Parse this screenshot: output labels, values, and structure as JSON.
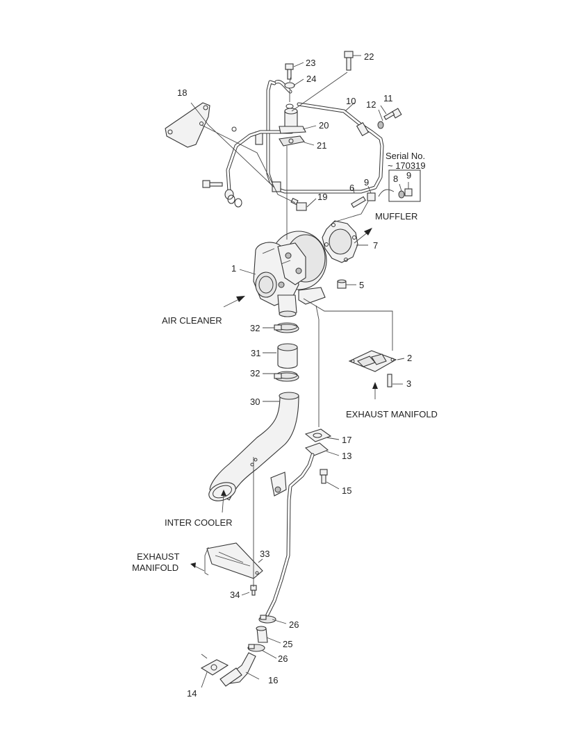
{
  "callouts": {
    "c1": "1",
    "c2": "2",
    "c3": "3",
    "c5": "5",
    "c6": "6",
    "c7": "7",
    "c8": "8",
    "c9a": "9",
    "c9b": "9",
    "c10": "10",
    "c11": "11",
    "c12": "12",
    "c13": "13",
    "c14": "14",
    "c15": "15",
    "c16": "16",
    "c17": "17",
    "c18": "18",
    "c19": "19",
    "c20": "20",
    "c21": "21",
    "c22": "22",
    "c23": "23",
    "c24": "24",
    "c25": "25",
    "c26a": "26",
    "c26b": "26",
    "c30": "30",
    "c31": "31",
    "c32a": "32",
    "c32b": "32",
    "c33": "33",
    "c34": "34"
  },
  "captions": {
    "muffler": "MUFFLER",
    "air_cleaner": "AIR CLEANER",
    "exhaust_manifold_right": "EXHAUST MANIFOLD",
    "inter_cooler": "INTER COOLER",
    "exhaust_line1": "EXHAUST",
    "exhaust_line2": "MANIFOLD",
    "serial_line1": "Serial No.",
    "serial_line2": "~ 170319"
  }
}
